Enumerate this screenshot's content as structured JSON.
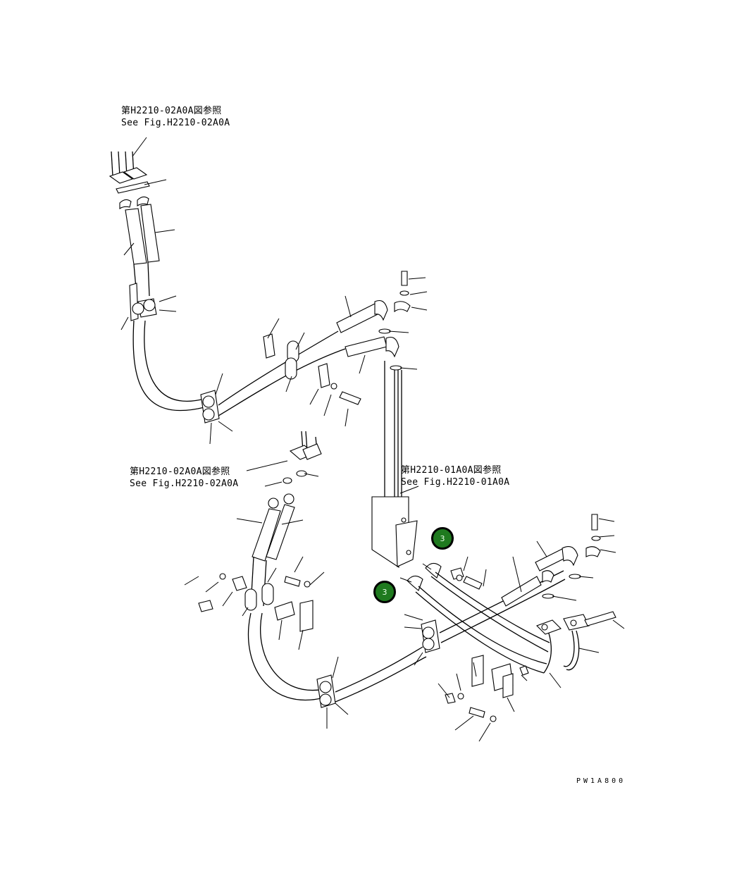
{
  "references": [
    {
      "jp": "第H2210-02A0A図参照",
      "en": "See Fig.H2210-02A0A"
    },
    {
      "jp": "第H2210-02A0A図参照",
      "en": "See Fig.H2210-02A0A"
    },
    {
      "jp": "第H2210-01A0A図参照",
      "en": "See Fig.H2210-01A0A"
    }
  ],
  "callouts": [
    "3",
    "3"
  ],
  "drawing_code": "PW1A800"
}
